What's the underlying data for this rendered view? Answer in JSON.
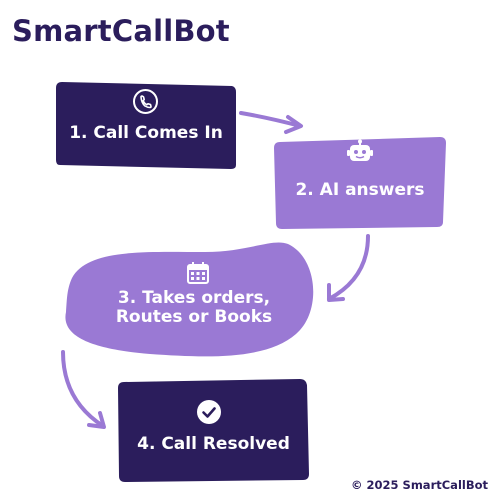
{
  "brand": {
    "title": "SmartCallBot"
  },
  "colors": {
    "dark": "#2b1d5c",
    "light": "#9a79d4",
    "white": "#ffffff"
  },
  "steps": [
    {
      "label": "1. Call Comes In",
      "icon": "phone-icon"
    },
    {
      "label": "2. AI answers",
      "icon": "robot-icon"
    },
    {
      "label_line1": "3. Takes orders,",
      "label_line2": "Routes or Books",
      "icon": "calendar-icon"
    },
    {
      "label": "4. Call Resolved",
      "icon": "check-circle-icon"
    }
  ],
  "footer": {
    "text": "© 2025 SmartCallBot"
  }
}
